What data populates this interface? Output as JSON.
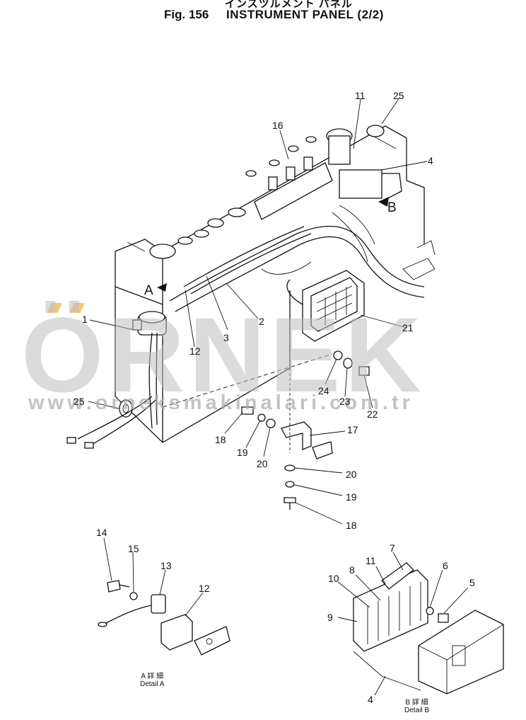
{
  "title": {
    "japanese": "インスツルメント パネル",
    "fig_number": "Fig. 156",
    "fig_name": "INSTRUMENT PANEL (2/2)"
  },
  "watermark": {
    "text": "ÖRNEK",
    "url": "www.orneksmakinalari.com.tr",
    "color": "#c8c8c8",
    "accent_color": "#f0c878"
  },
  "view_labels": {
    "a": "A",
    "b": "B"
  },
  "callouts": {
    "c1": "1",
    "c2": "2",
    "c3": "3",
    "c4a": "4",
    "c4b": "4",
    "c5": "5",
    "c6": "6",
    "c7": "7",
    "c8": "8",
    "c9": "9",
    "c10": "10",
    "c11a": "11",
    "c11b": "11",
    "c12a": "12",
    "c12b": "12",
    "c13": "13",
    "c14": "14",
    "c15": "15",
    "c16": "16",
    "c17": "17",
    "c18a": "18",
    "c18b": "18",
    "c19a": "19",
    "c19b": "19",
    "c20a": "20",
    "c20b": "20",
    "c21": "21",
    "c22": "22",
    "c23": "23",
    "c24": "24",
    "c25a": "25",
    "c25b": "25"
  },
  "details": {
    "a_jp": "A 詳 細",
    "a_en": "Detail A",
    "b_jp": "B 詳 細",
    "b_en": "Detail B"
  }
}
